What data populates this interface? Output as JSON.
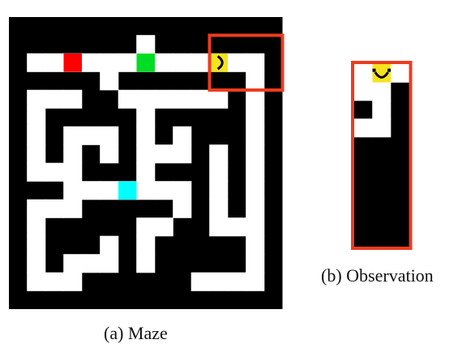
{
  "captions": {
    "maze": "(a) Maze",
    "observation": "(b) Observation"
  },
  "colors": {
    "wall": "#000000",
    "floor": "#ffffff",
    "view_box": "#ee3b1f",
    "agent": "#f6e31f",
    "goal_red": "#ff0000",
    "goal_green": "#00dd22",
    "goal_cyan": "#00ffff"
  },
  "maze": {
    "rows": 16,
    "cols": 15,
    "grid": [
      "111111111111111",
      "111111101111111",
      "100000000000001",
      "111110111111101",
      "100011000000101",
      "101111101111101",
      "101000101011101",
      "101010100010101",
      "100011101110101",
      "111000000010101",
      "100011111010101",
      "101111100110001",
      "101110101111101",
      "101000101111101",
      "100011111100001",
      "111111111111111"
    ],
    "markers": [
      {
        "name": "goal-red",
        "color": "#ff0000",
        "row": 2,
        "col": 3
      },
      {
        "name": "goal-green",
        "color": "#00dd22",
        "row": 2,
        "col": 7
      },
      {
        "name": "goal-cyan",
        "color": "#00ffff",
        "row": 9,
        "col": 6
      }
    ],
    "agent": {
      "row": 2,
      "col": 11
    },
    "view_window": {
      "row_start": 1,
      "col_start": 11,
      "rows": 3,
      "cols": 4
    }
  },
  "observation": {
    "rows": 10,
    "cols": 3,
    "grid": [
      "000",
      "001",
      "101",
      "001",
      "111",
      "111",
      "111",
      "111",
      "111",
      "111"
    ],
    "agent": {
      "row": 0,
      "col": 1
    }
  }
}
